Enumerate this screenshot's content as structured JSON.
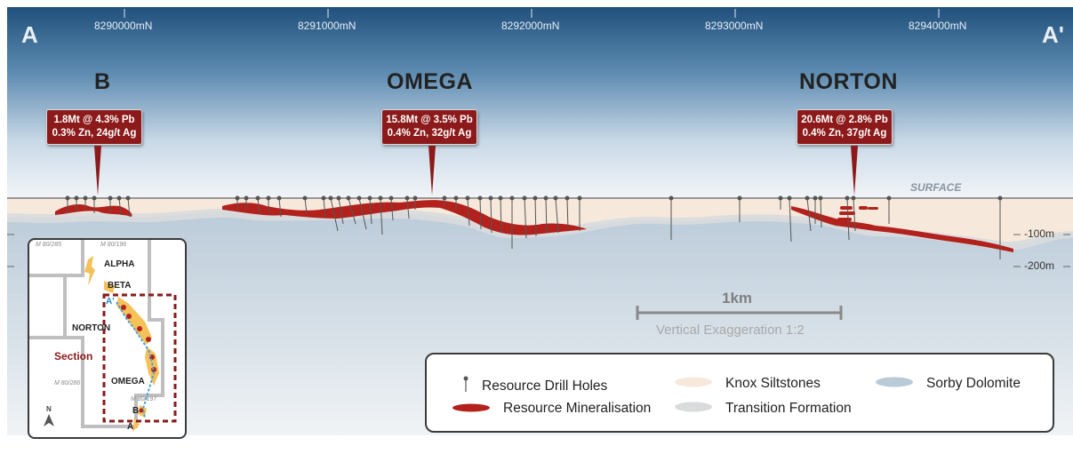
{
  "section": {
    "start_label": "A",
    "end_label": "A'",
    "northings": [
      "8290000mN",
      "8291000mN",
      "8292000mN",
      "8293000mN",
      "8294000mN"
    ],
    "surface_label": "SURFACE",
    "depth_labels": [
      "-100m",
      "-200m"
    ],
    "scale_label": "1km",
    "exaggeration": "Vertical Exaggeration 1:2"
  },
  "deposits": [
    {
      "name": "B",
      "line1": "1.8Mt @ 4.3% Pb",
      "line2": "0.3% Zn, 24g/t Ag"
    },
    {
      "name": "OMEGA",
      "line1": "15.8Mt @ 3.5% Pb",
      "line2": "0.4% Zn, 32g/t Ag"
    },
    {
      "name": "NORTON",
      "line1": "20.6Mt @ 2.8% Pb",
      "line2": "0.4% Zn, 37g/t Ag"
    }
  ],
  "inset": {
    "leases": [
      "M 80/285",
      "M 80/196",
      "M 80/286",
      "M 80/197"
    ],
    "labels": [
      "ALPHA",
      "BETA",
      "NORTON",
      "OMEGA",
      "B",
      "A",
      "A'"
    ],
    "section_label": "Section",
    "north_label": "N"
  },
  "legend": {
    "drill_holes": "Resource Drill Holes",
    "mineralisation": "Resource Mineralisation",
    "knox": "Knox Siltstones",
    "transition": "Transition Formation",
    "sorby": "Sorby Dolomite"
  },
  "colors": {
    "sky_top": "#1f4e79",
    "knox": "#f7eadc",
    "transition": "#d8dadc",
    "sorby": "#b9cad8",
    "mineralisation": "#b3211c",
    "callout": "#8c1a1a"
  }
}
